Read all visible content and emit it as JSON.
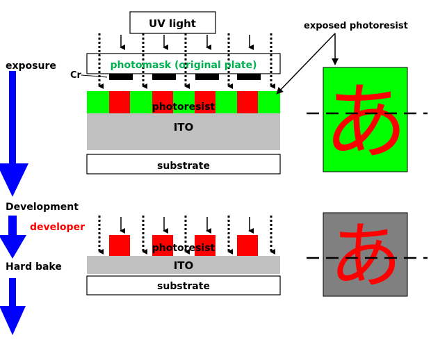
{
  "labels": {
    "uv_light": "UV light",
    "exposed_photoresist": "exposed photoresist",
    "exposure": "exposure",
    "cr": "Cr",
    "photomask": "photomask (original plate)",
    "photoresist_top": "photoresist",
    "ito_top": "ITO",
    "substrate_top": "substrate",
    "development": "Development",
    "developer": "developer",
    "hard_bake": "Hard bake",
    "photoresist_bottom": "photoresist",
    "ito_bottom": "ITO",
    "substrate_bottom": "substrate",
    "glyph_top": "あ",
    "glyph_bottom": "あ"
  },
  "colors": {
    "green": "#00ff00",
    "red": "#ff0000",
    "gray": "#c0c0c0",
    "dark_gray": "#808080",
    "blue": "#0000ff",
    "black": "#000000",
    "photomask_text": "#00b050"
  }
}
